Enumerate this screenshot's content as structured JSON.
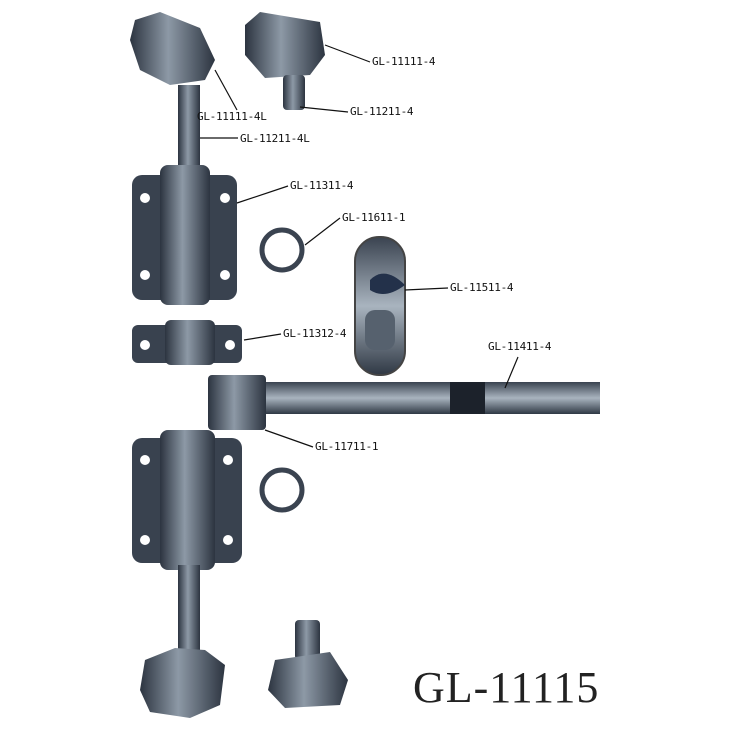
{
  "title": "GL-11115",
  "labels": {
    "top_cam_keeper": "GL-11111-4",
    "top_cam": "GL-11211-4",
    "top_cam_keeper_left": "GL-11111-4L",
    "top_cam_left": "GL-11211-4L",
    "bearing": "GL-11311-4",
    "ring": "GL-11611-1",
    "handle_retainer": "GL-11511-4",
    "guide": "GL-11312-4",
    "handle": "GL-11411-4",
    "hub": "GL-11711-1"
  },
  "colors": {
    "metal_dark": "#2c3440",
    "metal_mid": "#5a6675",
    "metal_light": "#b9c4cf",
    "line": "#111111"
  }
}
